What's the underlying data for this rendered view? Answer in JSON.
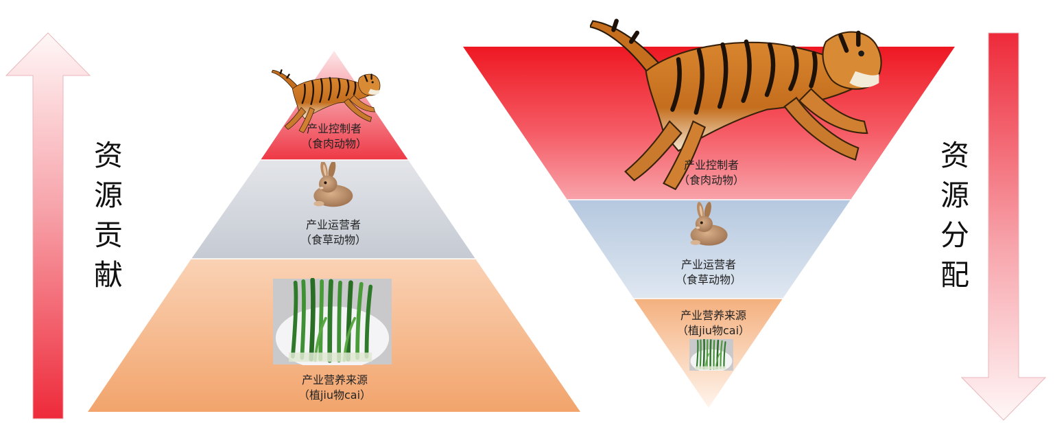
{
  "left": {
    "arrow_label": [
      "资",
      "源",
      "贡",
      "献"
    ],
    "tiers": {
      "top": {
        "line1": "产业控制者",
        "line2": "（食肉动物）",
        "image": "tiger-image"
      },
      "middle": {
        "line1": "产业运营者",
        "line2": "（食草动物）",
        "image": "rabbit-image"
      },
      "bottom": {
        "line1": "产业营养来源",
        "line2": "（植jiu物cai）",
        "image": "chives-image"
      }
    }
  },
  "right": {
    "arrow_label": [
      "资",
      "源",
      "分",
      "配"
    ],
    "tiers": {
      "top": {
        "line1": "产业控制者",
        "line2": "（食肉动物）",
        "image": "tiger-image"
      },
      "middle": {
        "line1": "产业运营者",
        "line2": "（食草动物）",
        "image": "rabbit-image"
      },
      "bottom": {
        "line1": "产业营养来源",
        "line2": "（植jiu物cai）",
        "image": "chives-image"
      }
    }
  },
  "colors": {
    "red": "#ee1c25",
    "gray_blue": "#c9ced6",
    "light_blue": "#b9cbe0",
    "orange": "#f2a570",
    "arrow_red": "#ee3342"
  }
}
